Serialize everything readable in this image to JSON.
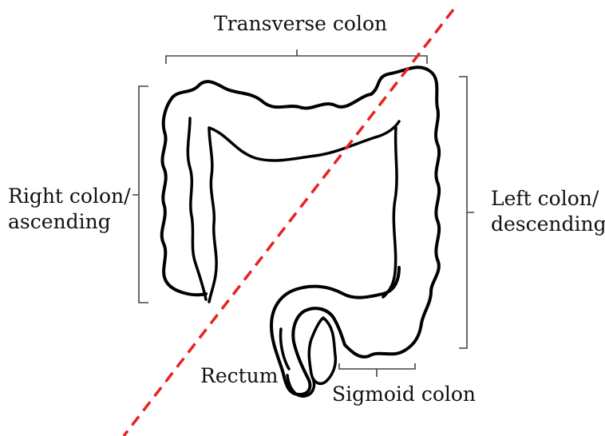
{
  "labels": {
    "transverse": "Transverse colon",
    "right_line1": "Right colon/",
    "right_line2": "ascending",
    "left_line1": "Left colon/",
    "left_line2": "descending",
    "rectum": "Rectum",
    "sigmoid": "Sigmoid colon"
  },
  "colors": {
    "outline": "#000000",
    "bracket": "#444444",
    "cut_line": "#e8231f"
  }
}
